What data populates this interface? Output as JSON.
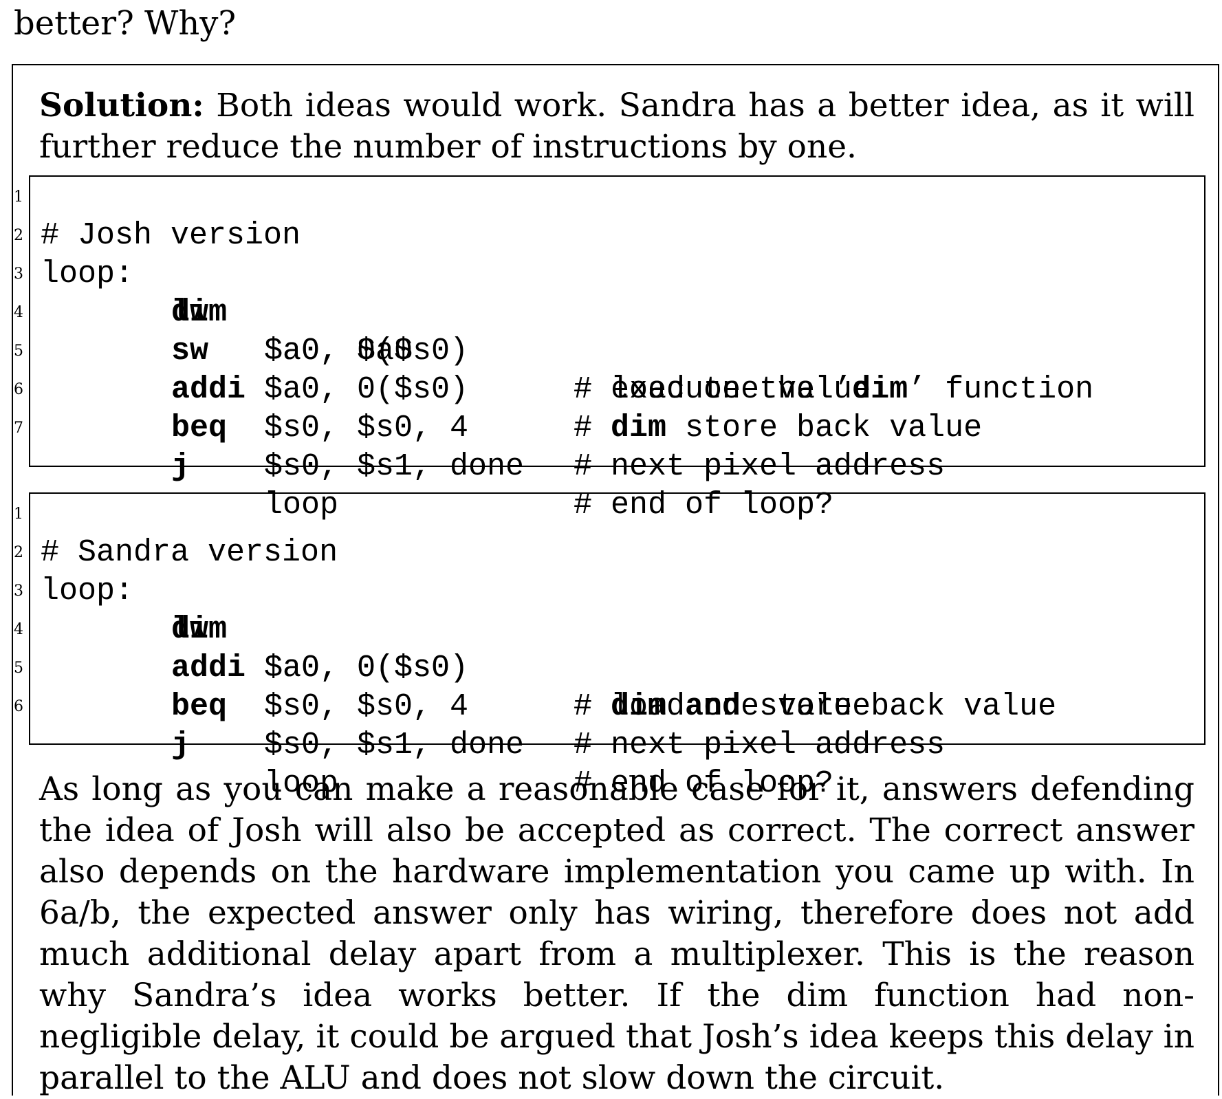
{
  "question_tail": "better? Why?",
  "solution": {
    "lead": "Solution:",
    "intro": "Both ideas would work. Sandra has a better idea, as it will further reduce the number of instructions by one."
  },
  "josh_listing": {
    "lines": [
      {
        "no": "1",
        "label": "# Josh version",
        "op": "",
        "args": "",
        "comment_pre": "",
        "comment_bold": "",
        "comment_post": ""
      },
      {
        "no": "2",
        "label": "loop:",
        "op": "lw",
        "args": "$a0, 0($s0)",
        "comment_pre": "# load one value",
        "comment_bold": "",
        "comment_post": ""
      },
      {
        "no": "3",
        "label": "",
        "op": "dim",
        "args": "$a0, $a0",
        "comment_pre": "# execute the ’",
        "comment_bold": "dim",
        "comment_post": "’ function"
      },
      {
        "no": "4",
        "label": "",
        "op": "sw",
        "args": "$a0, 0($s0)",
        "comment_pre": "# ",
        "comment_bold": "dim",
        "comment_post": " store back value"
      },
      {
        "no": "5",
        "label": "",
        "op": "addi",
        "args": "$s0, $s0, 4",
        "comment_pre": "# next pixel address",
        "comment_bold": "",
        "comment_post": ""
      },
      {
        "no": "6",
        "label": "",
        "op": "beq",
        "args": "$s0, $s1, done",
        "comment_pre": "# end of loop?",
        "comment_bold": "",
        "comment_post": ""
      },
      {
        "no": "7",
        "label": "",
        "op": "j",
        "args": "loop",
        "comment_pre": "",
        "comment_bold": "",
        "comment_post": ""
      }
    ]
  },
  "sandra_listing": {
    "lines": [
      {
        "no": "1",
        "label": "# Sandra version",
        "op": "",
        "args": "",
        "comment_pre": "",
        "comment_bold": "",
        "comment_post": ""
      },
      {
        "no": "2",
        "label": "loop:",
        "op": "lw",
        "args": "$a0, 0($s0)",
        "comment_pre": "# load one value",
        "comment_bold": "",
        "comment_post": ""
      },
      {
        "no": "3",
        "label": "",
        "op": "dim",
        "args": "$a0, 0($s0)",
        "comment_pre": "# ",
        "comment_bold": "dim and",
        "comment_post": " store back value"
      },
      {
        "no": "4",
        "label": "",
        "op": "addi",
        "args": "$s0, $s0, 4",
        "comment_pre": "# next pixel address",
        "comment_bold": "",
        "comment_post": ""
      },
      {
        "no": "5",
        "label": "",
        "op": "beq",
        "args": "$s0, $s1, done",
        "comment_pre": "# end of loop?",
        "comment_bold": "",
        "comment_post": ""
      },
      {
        "no": "6",
        "label": "",
        "op": "j",
        "args": "loop",
        "comment_pre": "",
        "comment_bold": "",
        "comment_post": ""
      }
    ]
  },
  "explanation": "As long as you can make a reasonable case for it, answers defending the idea of Josh will also be accepted as correct. The correct answer also depends on the hardware implementation you came up with. In 6a/b, the expected answer only has wiring, therefore does not add much additional delay apart from a multiplexer. This is the reason why Sandra’s idea works better. If the dim function had non-negligible delay, it could be argued that Josh’s idea keeps this delay in parallel to the ALU and does not slow down the circuit."
}
